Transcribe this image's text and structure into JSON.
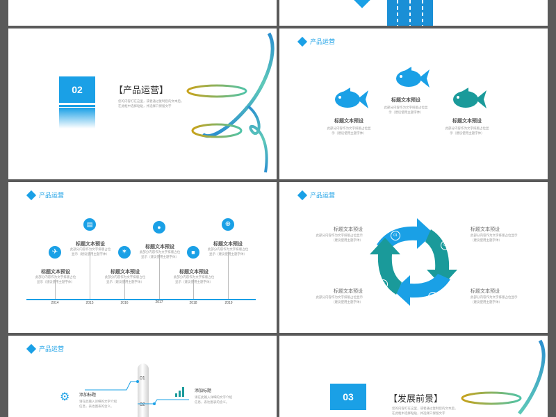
{
  "section_02": {
    "number": "02",
    "title": "【产品运营】",
    "desc_line1": "您的内容打在这里，或者通过复制您的文本后，",
    "desc_line2": "在此框中选择粘贴，并选择只保留文字"
  },
  "slide_fish": {
    "header": "产品运营",
    "items": [
      {
        "label": "标题文本预设",
        "desc1": "此部分内容作为文字排版占位显",
        "desc2": "示（建议使用主题字体）",
        "color": "#1aa0e6"
      },
      {
        "label": "标题文本预设",
        "desc1": "此部分内容作为文字排版占位显",
        "desc2": "示（建议使用主题字体）",
        "color": "#1aa0e6"
      },
      {
        "label": "标题文本预设",
        "desc1": "此部分内容作为文字排版占位显",
        "desc2": "示（建议使用主题字体）",
        "color": "#1a9a9a"
      }
    ]
  },
  "slide_timeline": {
    "header": "产品运营",
    "years": [
      "2014",
      "2015",
      "2016",
      "2017",
      "2018",
      "2019"
    ],
    "items": [
      {
        "label": "标题文本预设",
        "desc1": "此部分内容作为文字排版占位",
        "desc2": "显示（建议使用主题字体）",
        "icon": "plane-icon"
      },
      {
        "label": "标题文本预设",
        "desc1": "此部分内容作为文字排版占位",
        "desc2": "显示（建议使用主题字体）",
        "icon": "document-icon"
      },
      {
        "label": "标题文本预设",
        "desc1": "此部分内容作为文字排版占位",
        "desc2": "显示（建议使用主题字体）",
        "icon": "star-icon"
      },
      {
        "label": "标题文本预设",
        "desc1": "此部分内容作为文字排版占位",
        "desc2": "显示（建议使用主题字体）",
        "icon": "user-icon"
      },
      {
        "label": "标题文本预设",
        "desc1": "此部分内容作为文字排版占位",
        "desc2": "显示（建议使用主题字体）",
        "icon": "briefcase-icon"
      },
      {
        "label": "标题文本预设",
        "desc1": "此部分内容作为文字排版占位",
        "desc2": "显示（建议使用主题字体）",
        "icon": "globe-icon"
      }
    ]
  },
  "slide_cycle": {
    "header": "产品运营",
    "numbers": [
      "01",
      "02",
      "03",
      "04"
    ],
    "items": [
      {
        "label": "标题文本预设",
        "desc1": "此部分内容作为文字排版占位显示",
        "desc2": "（建议使用主题字体）"
      },
      {
        "label": "标题文本预设",
        "desc1": "此部分内容作为文字排版占位显示",
        "desc2": "（建议使用主题字体）"
      },
      {
        "label": "标题文本预设",
        "desc1": "此部分内容作为文字排版占位显示",
        "desc2": "（建议使用主题字体）"
      },
      {
        "label": "标题文本预设",
        "desc1": "此部分内容作为文字排版占位显示",
        "desc2": "（建议使用主题字体）"
      }
    ]
  },
  "slide_thermo": {
    "header": "产品运营",
    "numbers": [
      "01",
      "02"
    ],
    "items": [
      {
        "label": "添加标题",
        "desc1": "请在此输入详细的文字介绍",
        "desc2": "信息，表达图表的含义。"
      },
      {
        "label": "添加标题",
        "desc1": "请在此输入详细的文字介绍",
        "desc2": "信息，表达图表的含义。"
      }
    ]
  },
  "section_03": {
    "number": "03",
    "title": "【发展前景】",
    "desc_line1": "您的内容打在这里，或者通过复制您的文本后，",
    "desc_line2": "在此框中选择粘贴，并选择只保留文字"
  },
  "colors": {
    "accent": "#1aa0e6",
    "teal": "#1a9a9a",
    "gap": "#5a5a5a"
  }
}
